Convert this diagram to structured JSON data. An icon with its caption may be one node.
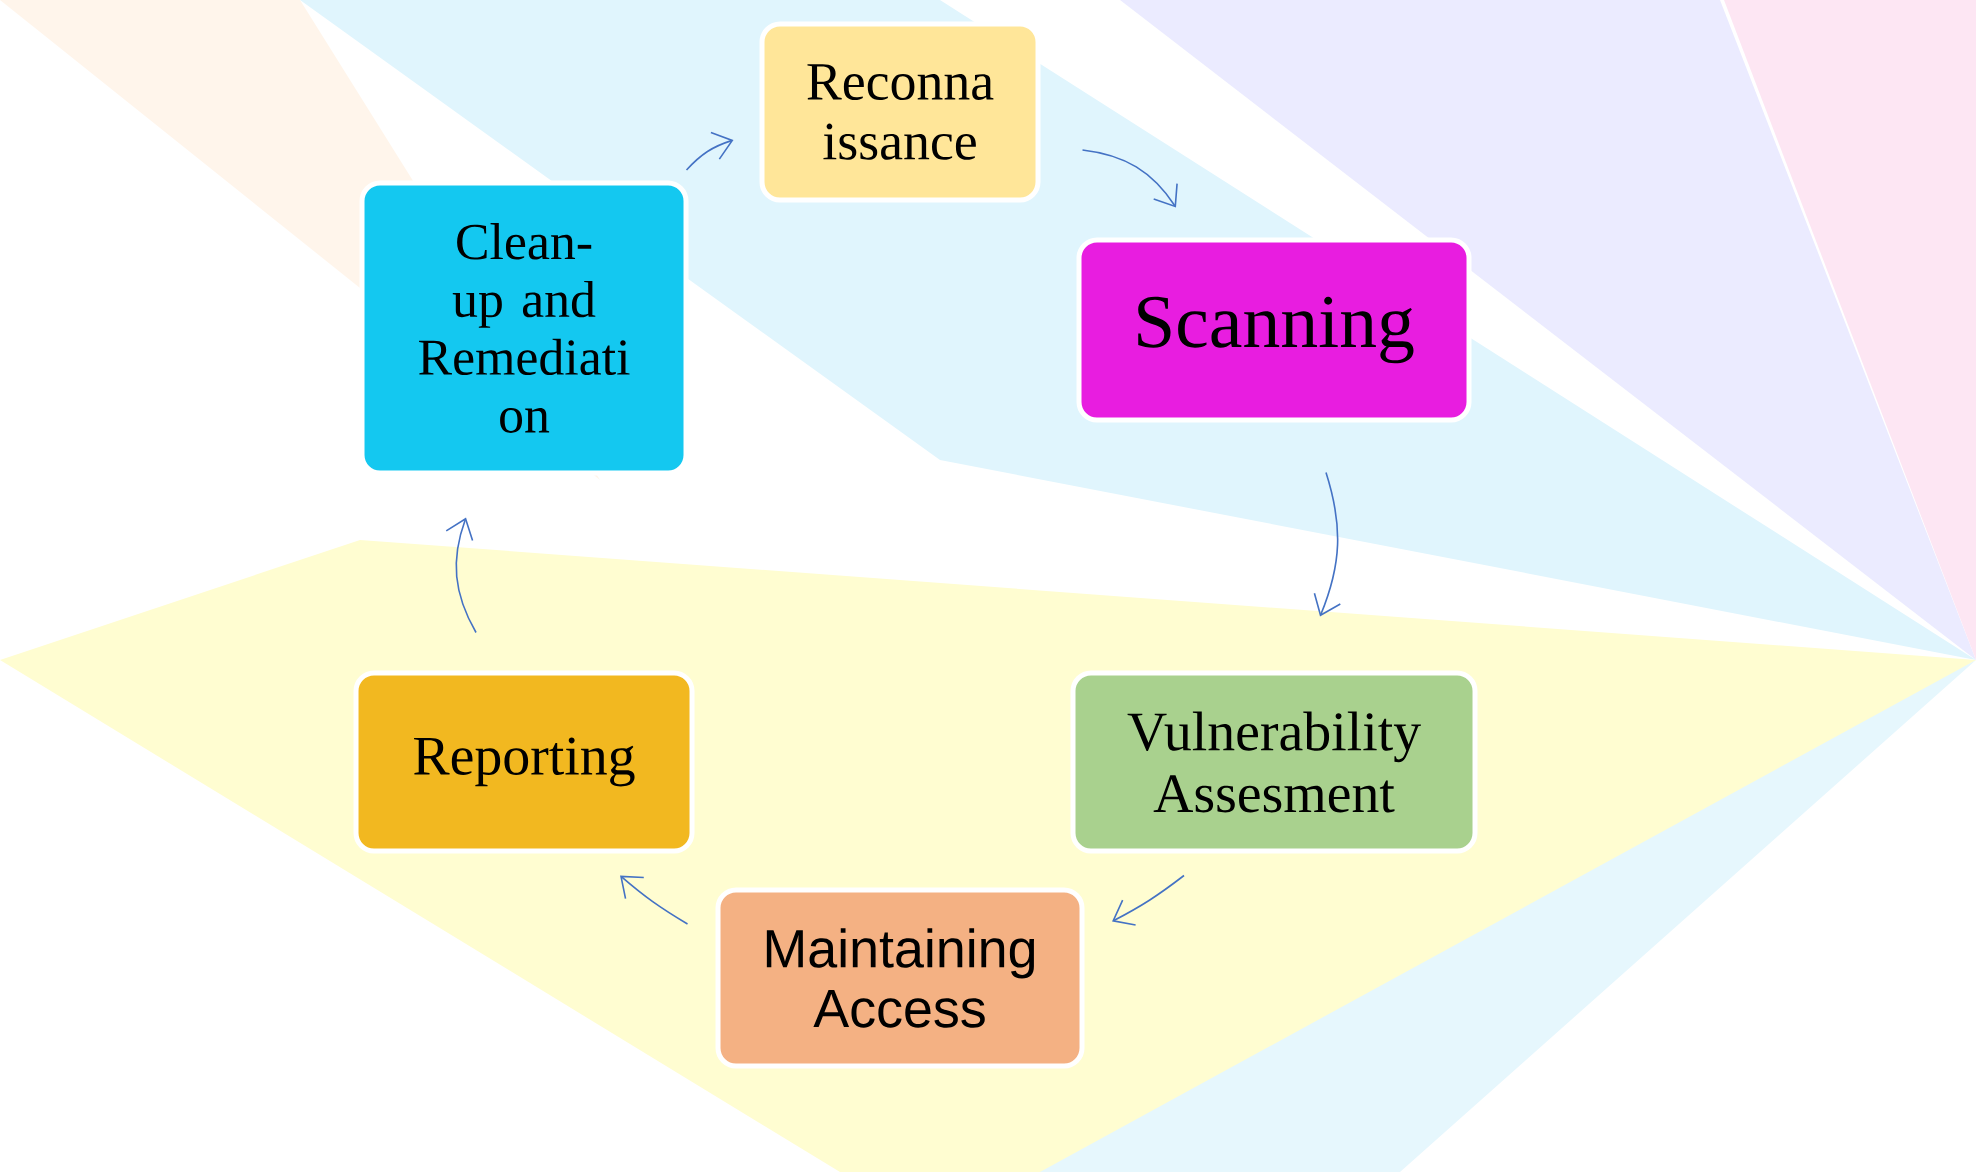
{
  "diagram": {
    "nodes": [
      {
        "text": [
          "Reconna issance"
        ]
      },
      {
        "text": [
          "Scanning"
        ]
      },
      {
        "text": [
          "Vulnerability Assesment"
        ]
      },
      {
        "text": [
          "Maintaining Access"
        ]
      },
      {
        "text": [
          "Reporting"
        ]
      },
      {
        "text": [
          "Clean-up and Remediati on"
        ]
      }
    ],
    "edges": [
      {
        "from": 0,
        "to": 1,
        "arrow": "to"
      },
      {
        "from": 1,
        "to": 2,
        "arrow": "to"
      },
      {
        "from": 2,
        "to": 3,
        "arrow": "to"
      },
      {
        "from": 3,
        "to": 4,
        "arrow": "to"
      },
      {
        "from": 4,
        "to": 5,
        "arrow": "to"
      },
      {
        "from": 5,
        "to": 0,
        "arrow": "to"
      }
    ]
  }
}
